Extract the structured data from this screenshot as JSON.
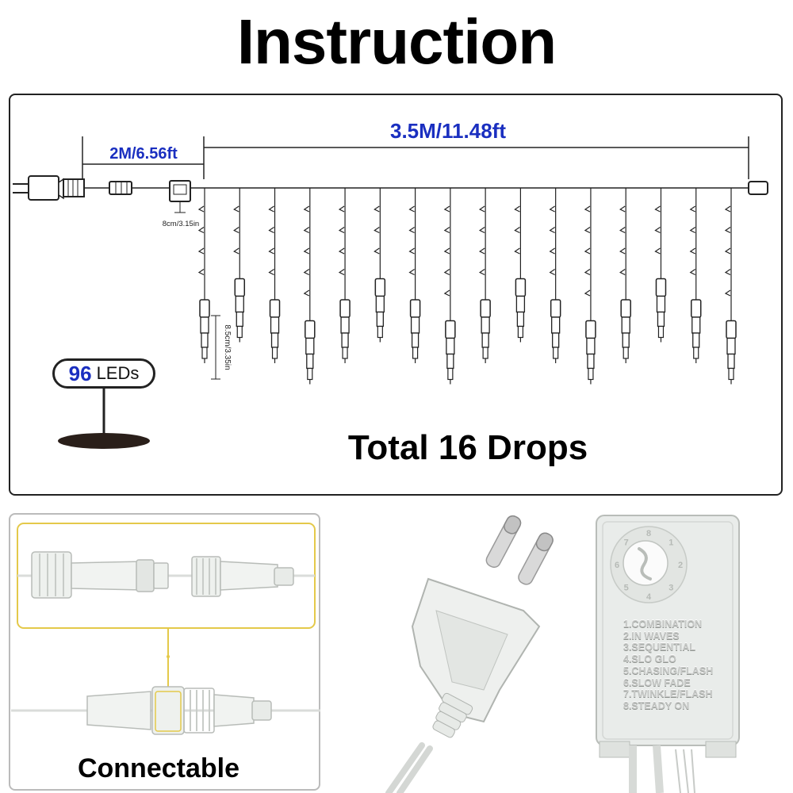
{
  "title": "Instruction",
  "diagram": {
    "total_length_label": "3.5M/11.48ft",
    "lead_length_label": "2M/6.56ft",
    "spacing_label": "8cm/3.15in",
    "bulb_length_label": "8.5cm/3.35in",
    "led_count": "96",
    "led_unit": "LEDs",
    "total_drops_label": "Total 16 Drops",
    "drop_count": 16,
    "drop_lengths": [
      5,
      4,
      5,
      6,
      5,
      4,
      5,
      6,
      5,
      4,
      5,
      6,
      5,
      4,
      5,
      6
    ]
  },
  "connector_panel": {
    "label": "Connectable",
    "highlight_color": "#e4c94a"
  },
  "controller": {
    "dial_numbers": [
      "8",
      "1",
      "2",
      "3",
      "4",
      "5",
      "6",
      "7"
    ],
    "modes": [
      "1.COMBINATION",
      "2.IN WAVES",
      "3.SEQUENTIAL",
      "4.SLO GLO",
      "5.CHASING/FLASH",
      "6.SLOW FADE",
      "7.TWINKLE/FLASH",
      "8.STEADY ON"
    ]
  },
  "colors": {
    "accent": "#1a2fc0",
    "frame": "#222222",
    "plastic": "#e9ecea"
  }
}
